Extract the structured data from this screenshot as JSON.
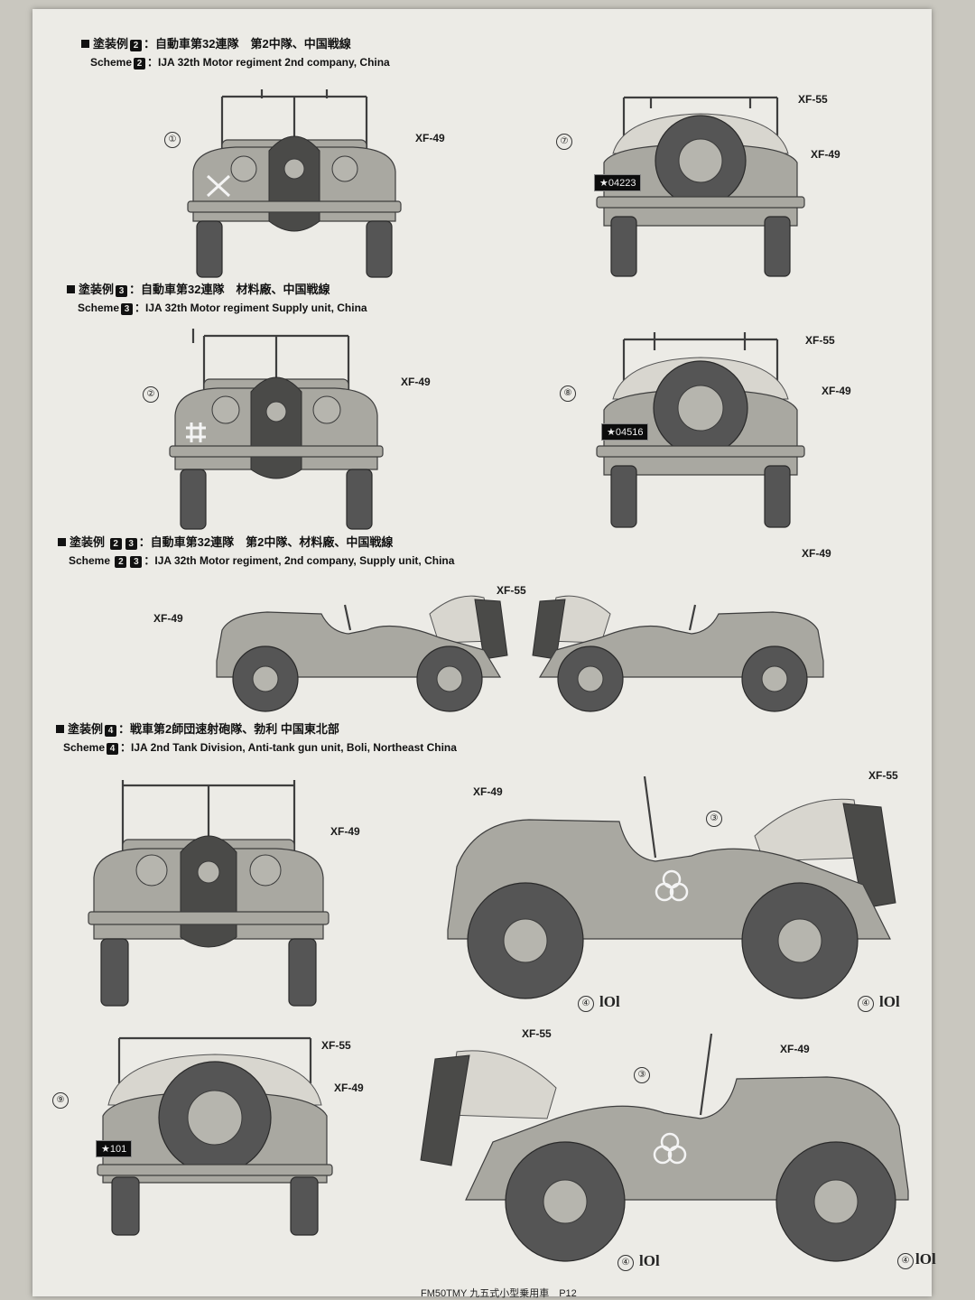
{
  "schemes": [
    {
      "jp_prefix": "塗装例",
      "badges": [
        "2"
      ],
      "jp_text": "：自動車第32連隊　第2中隊、中国戦線",
      "en_prefix": "Scheme",
      "en_text": "：IJA 32th Motor regiment 2nd company, China"
    },
    {
      "jp_prefix": "塗装例",
      "badges": [
        "3"
      ],
      "jp_text": "：自動車第32連隊　材料廠、中国戦線",
      "en_prefix": "Scheme",
      "en_text": "：IJA 32th Motor regiment Supply unit, China"
    },
    {
      "jp_prefix": "塗装例",
      "badges": [
        "2",
        "3"
      ],
      "jp_text": "：自動車第32連隊　第2中隊、材料廠、中国戦線",
      "en_prefix": "Scheme",
      "en_text": "：IJA 32th Motor regiment,  2nd company, Supply unit, China"
    },
    {
      "jp_prefix": "塗装例",
      "badges": [
        "4"
      ],
      "jp_text": "：戦車第2師団速射砲隊、勃利 中国東北部",
      "en_prefix": "Scheme",
      "en_text": "：IJA 2nd Tank Division, Anti-tank gun unit, Boli, Northeast China"
    }
  ],
  "paints": {
    "body": "XF-49",
    "canvas": "XF-55"
  },
  "decal_numbers": [
    "①",
    "②",
    "③",
    "④",
    "⑦",
    "⑧",
    "⑨"
  ],
  "plates": {
    "p7": "★04223",
    "p8": "★04516",
    "p9": "★101"
  },
  "wheel_marking": "lOl",
  "footer": "FM50TMY 九五式小型乗用車　P12",
  "colors": {
    "body": "#a9a8a1",
    "plate": "#0c0c0c",
    "page": "#ecebe6"
  }
}
